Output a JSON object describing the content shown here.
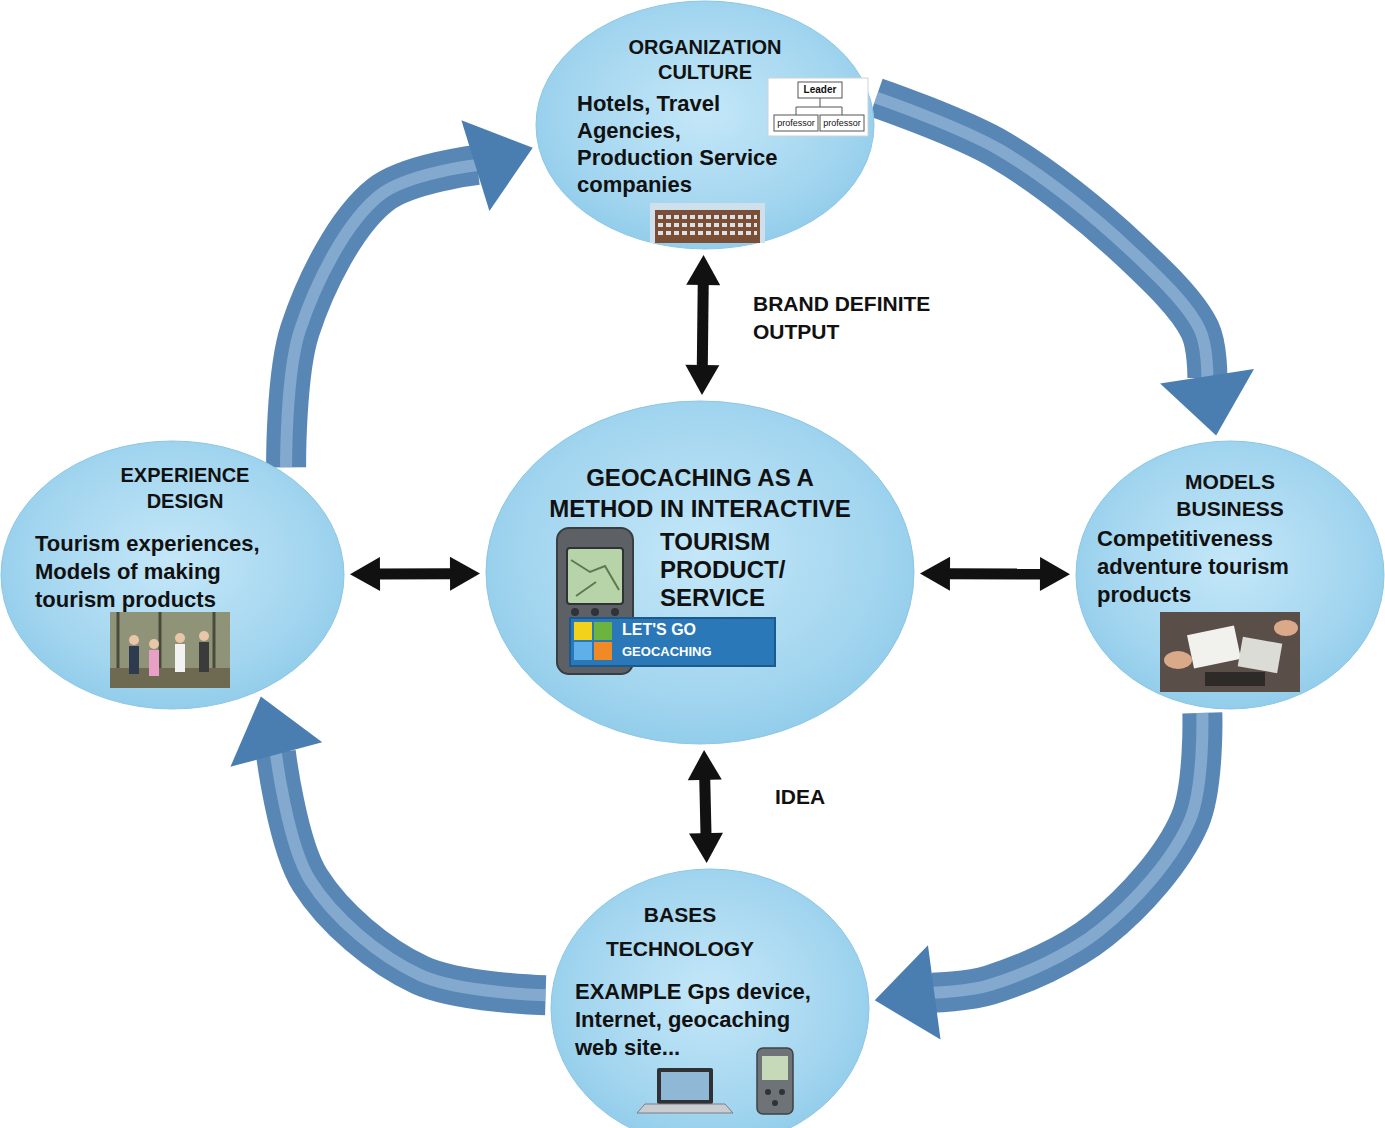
{
  "diagram": {
    "nodes": [
      {
        "text": [
          "ORGANIZATION CULTURE",
          "Hotels, Travel Agencies, Production Service companies"
        ]
      },
      {
        "text": [
          "EXPERIENCE DESIGN",
          "Tourism experiences, Models of making tourism products"
        ]
      },
      {
        "text": [
          "GEOCACHING AS A METHOD IN INTERACTIVE",
          "TOURISM PRODUCT/ SERVICE"
        ]
      },
      {
        "text": [
          "MODELS BUSINESS",
          "Competitiveness adventure tourism products"
        ]
      },
      {
        "text": [
          "BASES TECHNOLOGY",
          "EXAMPLE Gps device, Internet, geocaching web site..."
        ]
      }
    ],
    "edges": [
      {
        "from": 2,
        "to": 0,
        "arrow": "both",
        "label": "BRAND DEFINITE OUTPUT"
      },
      {
        "from": 2,
        "to": 1,
        "arrow": "both"
      },
      {
        "from": 2,
        "to": 3,
        "arrow": "both"
      },
      {
        "from": 2,
        "to": 4,
        "arrow": "both",
        "label": "IDEA"
      },
      {
        "from": 1,
        "to": 0,
        "arrow": "to"
      },
      {
        "from": 0,
        "to": 3,
        "arrow": "to"
      },
      {
        "from": 3,
        "to": 4,
        "arrow": "to"
      },
      {
        "from": 4,
        "to": 1,
        "arrow": "to"
      }
    ],
    "labels": [
      "Leader",
      "professor",
      "professor",
      "LET'S GO",
      "GEOCACHING"
    ]
  }
}
